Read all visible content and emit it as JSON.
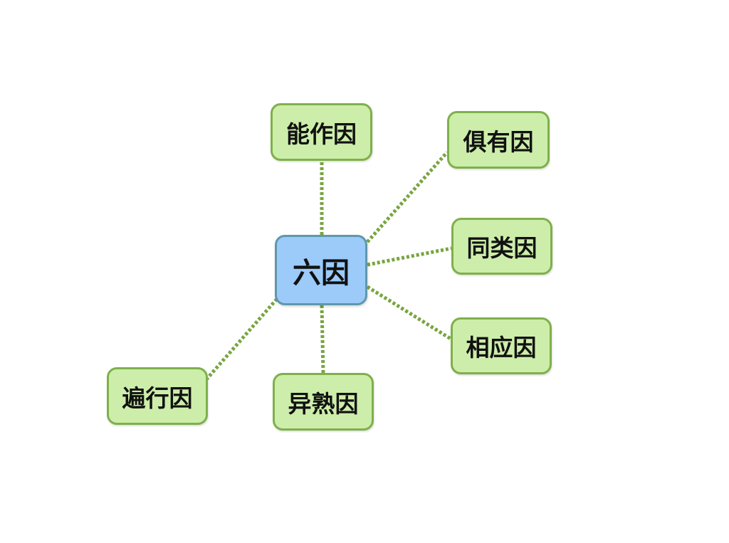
{
  "colors": {
    "center_fill": "#9ccbfa",
    "center_border": "#5e98ad",
    "leaf_fill": "#cdeeaa",
    "leaf_border": "#7fb04b",
    "connector": "#78a53f"
  },
  "center": {
    "label": "六因"
  },
  "branches": [
    {
      "label": "能作因"
    },
    {
      "label": "俱有因"
    },
    {
      "label": "同类因"
    },
    {
      "label": "相应因"
    },
    {
      "label": "异熟因"
    },
    {
      "label": "遍行因"
    }
  ]
}
